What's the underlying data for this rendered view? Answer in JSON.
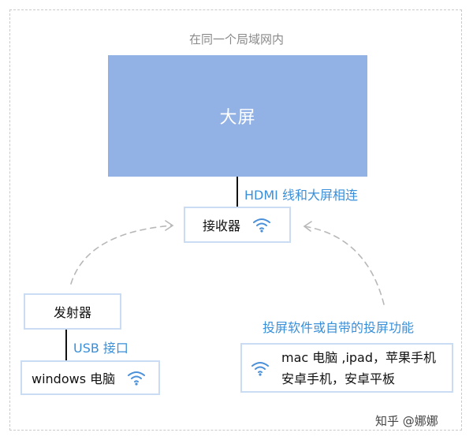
{
  "caption": "在同一个局域网内",
  "screen": {
    "label": "大屏"
  },
  "hdmi_label": "HDMI 线和大屏相连",
  "receiver": {
    "label": "接收器",
    "icon": "wifi-icon"
  },
  "transmitter": {
    "label": "发射器"
  },
  "usb_label": "USB 接口",
  "windows_pc": {
    "label": "windows 电脑",
    "icon": "wifi-icon"
  },
  "software_label": "投屏软件或自带的投屏功能",
  "devices": {
    "line1": "mac 电脑 ,ipad，苹果手机",
    "line2": "安卓手机，安卓平板",
    "icon": "wifi-icon"
  },
  "watermark": "知乎 @娜娜",
  "colors": {
    "screen_fill": "#92b1e4",
    "box_border": "#c9dcf3",
    "blue_text": "#3a8fd8",
    "wifi": "#4a90d9",
    "dashed": "#b8b8b8"
  }
}
